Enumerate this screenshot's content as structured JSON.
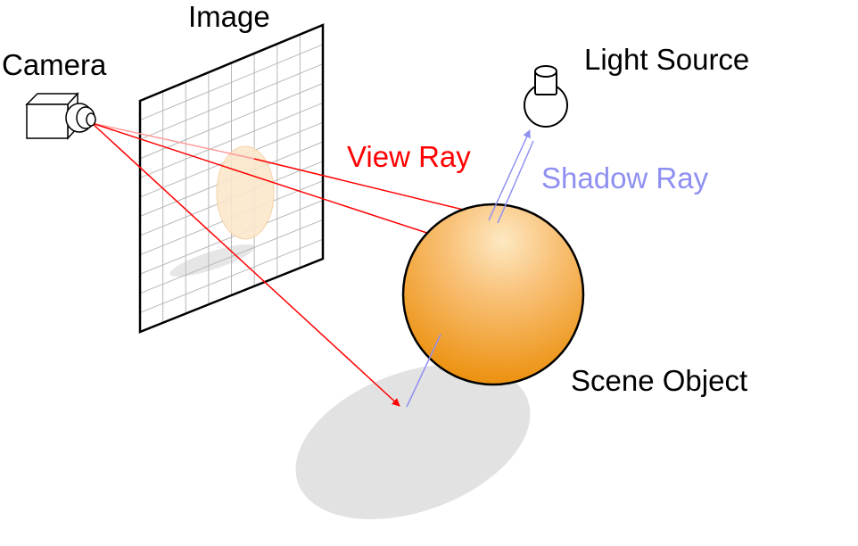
{
  "labels": {
    "image": "Image",
    "camera": "Camera",
    "light_source": "Light Source",
    "view_ray": "View Ray",
    "shadow_ray": "Shadow Ray",
    "scene_object": "Scene Object"
  },
  "colors": {
    "view_ray": "#ff0000",
    "shadow_ray": "#8f8ff2",
    "sphere_light": "#fde5b8",
    "sphere_dark": "#ea8a00",
    "shadow": "#e2e2e2",
    "grid": "#b8b8b8"
  },
  "icons": [
    "camera-icon",
    "light-bulb-icon"
  ]
}
